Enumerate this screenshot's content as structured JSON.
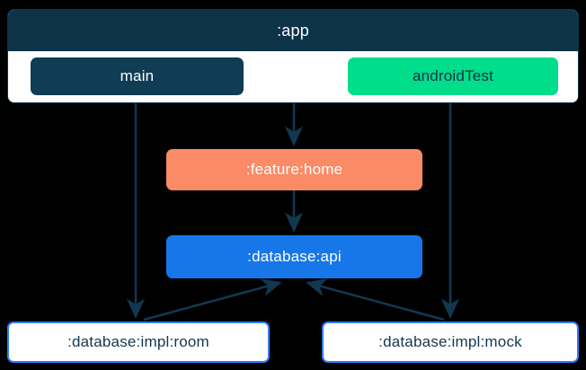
{
  "diagram": {
    "type": "module-dependency-graph",
    "background_color": "#000000",
    "edge_color": "#12384f",
    "cluster": {
      "id": "app",
      "title": ":app",
      "header_color": "#0d3349",
      "body_color": "#ffffff",
      "border_color": "#0d3349",
      "source_sets": [
        {
          "id": "main",
          "label": "main",
          "fill": "#103c54",
          "text_color": "#ffffff"
        },
        {
          "id": "androidTest",
          "label": "androidTest",
          "fill": "#00dd8b",
          "text_color": "#0d3349"
        }
      ]
    },
    "nodes": [
      {
        "id": "feature-home",
        "label": ":feature:home",
        "fill": "#fb8a66",
        "text_color": "#ffffff"
      },
      {
        "id": "database-api",
        "label": ":database:api",
        "fill": "#1777e8",
        "text_color": "#ffffff"
      },
      {
        "id": "database-impl-room",
        "label": ":database:impl:room",
        "fill": "#ffffff",
        "text_color": "#14384f",
        "border_color": "#2f7dff"
      },
      {
        "id": "database-impl-mock",
        "label": ":database:impl:mock",
        "fill": "#ffffff",
        "text_color": "#14384f",
        "border_color": "#2f7dff"
      }
    ],
    "edges": [
      {
        "from": "main",
        "to": "database-impl-room",
        "style": "straight-vertical"
      },
      {
        "from": "app",
        "to": "feature-home",
        "style": "straight-vertical"
      },
      {
        "from": "androidTest",
        "to": "database-impl-mock",
        "style": "straight-vertical"
      },
      {
        "from": "feature-home",
        "to": "database-api",
        "style": "straight-vertical"
      },
      {
        "from": "database-impl-room",
        "to": "database-api",
        "style": "diagonal"
      },
      {
        "from": "database-impl-mock",
        "to": "database-api",
        "style": "diagonal"
      }
    ]
  }
}
